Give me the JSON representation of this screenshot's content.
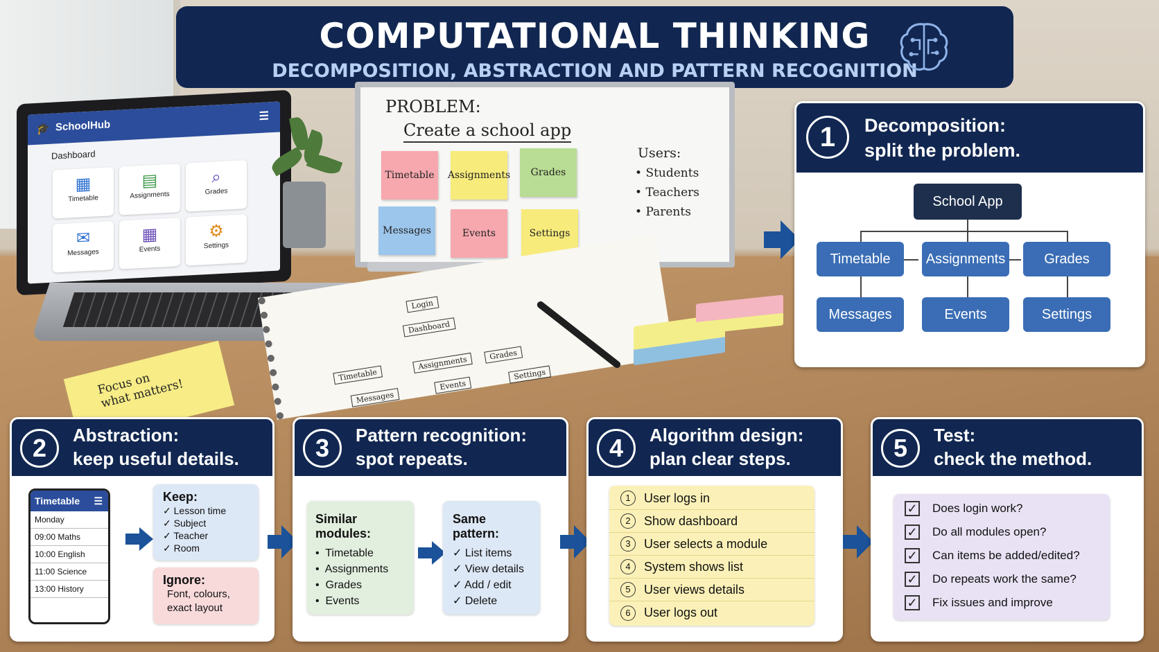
{
  "header": {
    "title": "COMPUTATIONAL THINKING",
    "subtitle": "DECOMPOSITION, ABSTRACTION AND PATTERN RECOGNITION",
    "icon": "brain-circuit-icon"
  },
  "laptop": {
    "app_name": "SchoolHub",
    "section": "Dashboard",
    "tiles": [
      {
        "label": "Timetable",
        "icon": "calendar-icon"
      },
      {
        "label": "Assignments",
        "icon": "document-icon"
      },
      {
        "label": "Grades",
        "icon": "magnifier-icon"
      },
      {
        "label": "Messages",
        "icon": "envelope-icon"
      },
      {
        "label": "Events",
        "icon": "calendar-icon"
      },
      {
        "label": "Settings",
        "icon": "gear-icon"
      }
    ]
  },
  "whiteboard": {
    "problem_label": "PROBLEM:",
    "problem_text": "Create a school app",
    "notes": [
      "Timetable",
      "Assignments",
      "Grades",
      "Messages",
      "Events",
      "Settings"
    ],
    "users_label": "Users:",
    "users": [
      "Students",
      "Teachers",
      "Parents"
    ]
  },
  "notebook": {
    "nodes": [
      "Login",
      "Dashboard",
      "Timetable",
      "Assignments",
      "Grades",
      "Messages",
      "Events",
      "Settings"
    ]
  },
  "sticky_note": {
    "line1": "Focus on",
    "line2": "what matters!"
  },
  "panel1": {
    "number": "1",
    "title_line1": "Decomposition:",
    "title_line2": "split the problem.",
    "root": "School App",
    "children": [
      "Timetable",
      "Assignments",
      "Grades",
      "Messages",
      "Events",
      "Settings"
    ]
  },
  "panel2": {
    "number": "2",
    "title_line1": "Abstraction:",
    "title_line2": "keep useful details.",
    "phone_title": "Timetable",
    "phone_rows": [
      "Monday",
      "09:00  Maths",
      "10:00  English",
      "11:00  Science",
      "13:00  History"
    ],
    "keep_label": "Keep:",
    "keep_items": [
      "Lesson time",
      "Subject",
      "Teacher",
      "Room"
    ],
    "ignore_label": "Ignore:",
    "ignore_line1": "Font, colours,",
    "ignore_line2": "exact layout"
  },
  "panel3": {
    "number": "3",
    "title_line1": "Pattern recognition:",
    "title_line2": "spot repeats.",
    "similar_label": "Similar modules:",
    "similar_items": [
      "Timetable",
      "Assignments",
      "Grades",
      "Events"
    ],
    "same_label": "Same pattern:",
    "same_items": [
      "List items",
      "View details",
      "Add / edit",
      "Delete"
    ]
  },
  "panel4": {
    "number": "4",
    "title_line1": "Algorithm design:",
    "title_line2": "plan clear steps.",
    "steps": [
      "User logs in",
      "Show dashboard",
      "User selects a module",
      "System shows list",
      "User views details",
      "User logs out"
    ]
  },
  "panel5": {
    "number": "5",
    "title_line1": "Test:",
    "title_line2": "check the method.",
    "checks": [
      "Does login work?",
      "Do all modules open?",
      "Can items be added/edited?",
      "Do repeats work the same?",
      "Fix issues and improve"
    ]
  },
  "colors": {
    "navy": "#112751",
    "node_blue": "#3a6db5",
    "arrow_blue": "#1b5299",
    "keep_bg": "#dde8f6",
    "ignore_bg": "#f8dadb",
    "similar_bg": "#e2efdf",
    "steps_bg": "#fbf1b8",
    "checks_bg": "#e9e2f4"
  }
}
